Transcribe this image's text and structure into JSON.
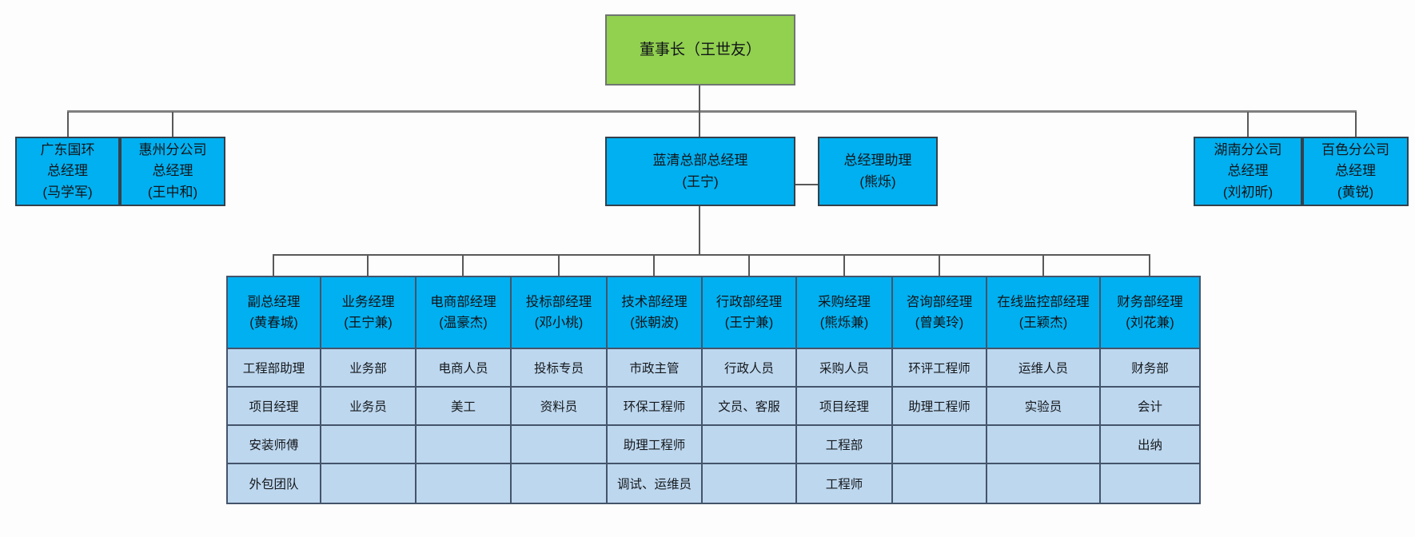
{
  "org": {
    "root": {
      "label": "董事长（王世友）"
    },
    "level2": [
      {
        "label": "广东国环\n总经理\n(马学军)"
      },
      {
        "label": "惠州分公司\n总经理\n(王中和)"
      },
      {
        "label": "蓝清总部总经理\n(王宁)"
      },
      {
        "label": "总经理助理\n(熊烁)"
      },
      {
        "label": "湖南分公司\n总经理\n(刘初昕)"
      },
      {
        "label": "百色分公司\n总经理\n(黄锐)"
      }
    ],
    "departments": [
      {
        "title": "副总经理",
        "name": "(黄春城)",
        "staff": [
          "工程部助理",
          "项目经理",
          "安装师傅",
          "外包团队"
        ]
      },
      {
        "title": "业务经理",
        "name": "(王宁兼)",
        "staff": [
          "业务部",
          "业务员",
          "",
          ""
        ]
      },
      {
        "title": "电商部经理",
        "name": "(温豪杰)",
        "staff": [
          "电商人员",
          "美工",
          "",
          ""
        ]
      },
      {
        "title": "投标部经理",
        "name": "(邓小桃)",
        "staff": [
          "投标专员",
          "资料员",
          "",
          ""
        ]
      },
      {
        "title": "技术部经理",
        "name": "(张朝波)",
        "staff": [
          "市政主管",
          "环保工程师",
          "助理工程师",
          "调试、运维员"
        ]
      },
      {
        "title": "行政部经理",
        "name": "(王宁兼)",
        "staff": [
          "行政人员",
          "文员、客服",
          "",
          ""
        ]
      },
      {
        "title": "采购经理",
        "name": "(熊烁兼)",
        "staff": [
          "采购人员",
          "项目经理",
          "工程部",
          "工程师"
        ]
      },
      {
        "title": "咨询部经理",
        "name": "(曾美玲)",
        "staff": [
          "环评工程师",
          "助理工程师",
          "",
          ""
        ]
      },
      {
        "title": "在线监控部经理",
        "name": "(王颖杰)",
        "staff": [
          "运维人员",
          "实验员",
          "",
          ""
        ]
      },
      {
        "title": "财务部经理",
        "name": "(刘花兼)",
        "staff": [
          "财务部",
          "会计",
          "出纳",
          ""
        ]
      }
    ],
    "colors": {
      "root_fill": "#92d050",
      "node_fill": "#00b0f0",
      "cell_fill": "#bdd7ee",
      "grid_border": "#44546a",
      "line": "#595959"
    }
  }
}
